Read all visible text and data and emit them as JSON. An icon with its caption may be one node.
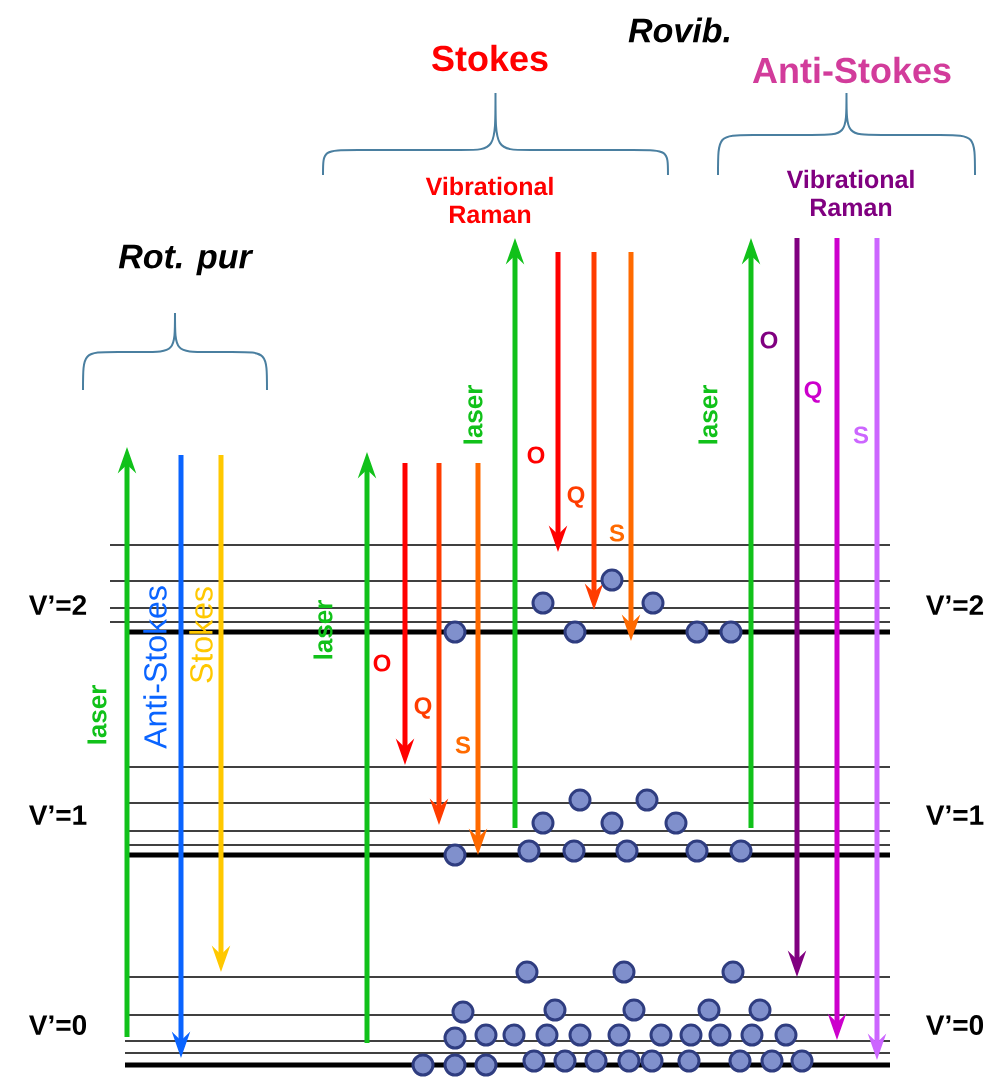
{
  "diagram": {
    "labels": [
      "Rovib.",
      "Stokes",
      "Anti-Stokes",
      "Vibrational Raman",
      "Vibrational Raman",
      "Rot. pur",
      "O",
      "Q",
      "laser",
      "laser",
      "S",
      "O",
      "Q",
      "S",
      "V’=2",
      "V’=2",
      "laser",
      "O",
      "Anti-Stokes",
      "Stokes",
      "Q",
      "laser",
      "S",
      "V’=1",
      "V’=1",
      "V’=0",
      "V’=0"
    ]
  }
}
